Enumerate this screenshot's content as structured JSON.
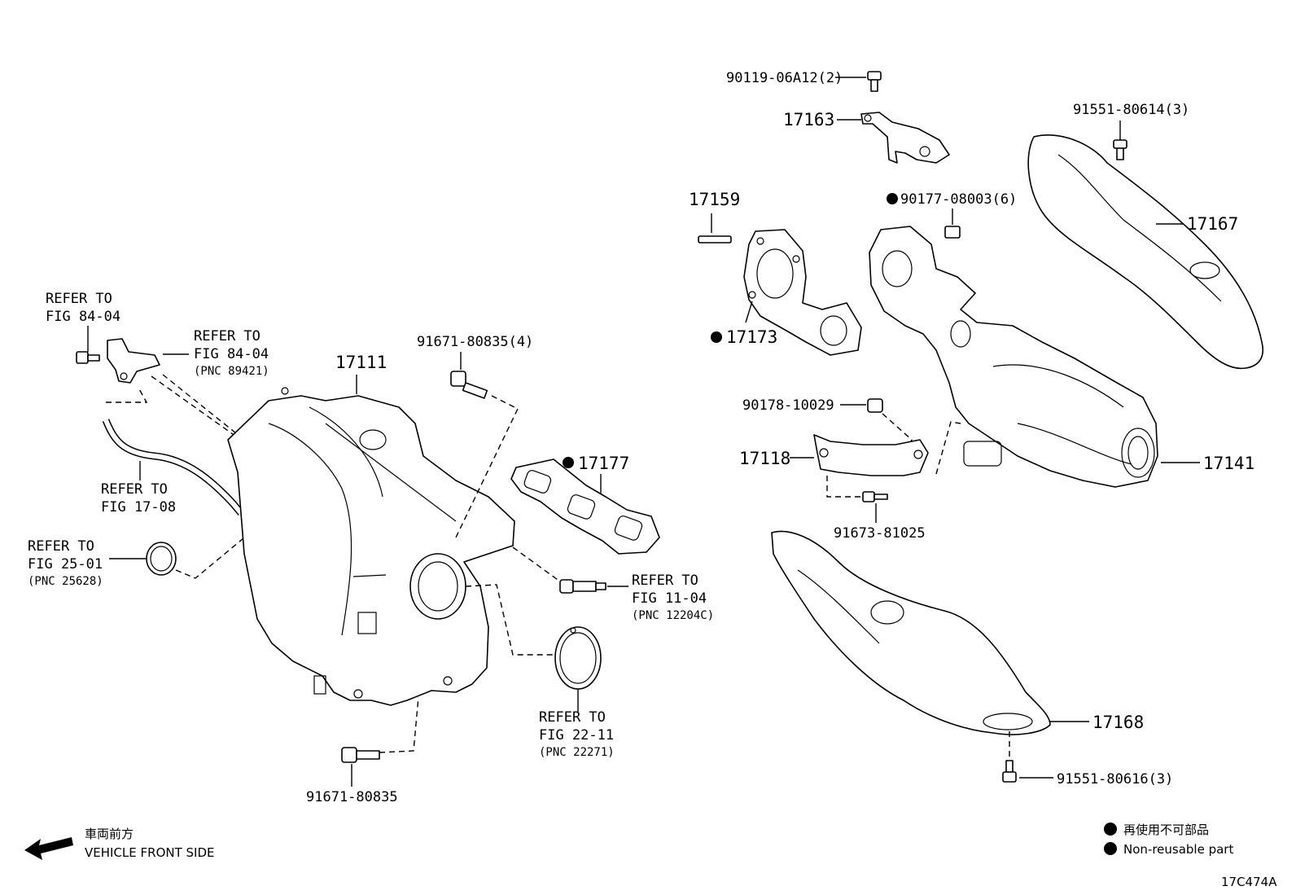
{
  "diagram_code": "17C474A",
  "direction": {
    "japanese": "車両前方",
    "english": "VEHICLE FRONT SIDE"
  },
  "legend": {
    "japanese": "再使用不可部品",
    "english": "Non-reusable part"
  },
  "parts": {
    "p90119": "90119-06A12(2)",
    "p17163": "17163",
    "p91551_614": "91551-80614(3)",
    "p17159": "17159",
    "p90177": "90177-08003(6)",
    "p17167": "17167",
    "p17173": "17173",
    "p90178": "90178-10029",
    "p17118": "17118",
    "p17141": "17141",
    "p91673": "91673-81025",
    "p17168": "17168",
    "p91551_616": "91551-80616(3)",
    "p17111": "17111",
    "p91671_top": "91671-80835(4)",
    "p17177": "17177",
    "p91671_bot": "91671-80835"
  },
  "references": {
    "r1": {
      "line1": "REFER TO",
      "line2": "FIG 84-04"
    },
    "r2": {
      "line1": "REFER TO",
      "line2": "FIG 84-04",
      "line3": "(PNC 89421)"
    },
    "r3": {
      "line1": "REFER TO",
      "line2": "FIG 17-08"
    },
    "r4": {
      "line1": "REFER TO",
      "line2": "FIG 25-01",
      "line3": "(PNC 25628)"
    },
    "r5": {
      "line1": "REFER TO",
      "line2": "FIG 11-04",
      "line3": "(PNC 12204C)"
    },
    "r6": {
      "line1": "REFER TO",
      "line2": "FIG 22-11",
      "line3": "(PNC 22271)"
    }
  }
}
